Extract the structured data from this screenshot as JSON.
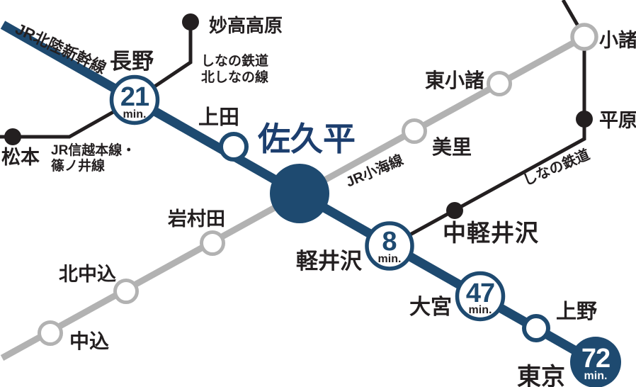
{
  "map": {
    "colors": {
      "navy": "#1e4a70",
      "navy_text": "#1c3e6e",
      "black": "#231f20",
      "gray": "#b2b2b2",
      "white": "#ffffff"
    },
    "lines": {
      "hokuriku": {
        "label": "JR北陸新幹線"
      },
      "koumi": {
        "label": "JR小海線"
      },
      "shinano": {
        "label": "しなの鉄道"
      },
      "kita_shinano": {
        "label_line1": "しなの鉄道",
        "label_line2": "北しなの線"
      },
      "shinetsu": {
        "label_line1": "JR信越本線・",
        "label_line2": "篠ノ井線"
      }
    },
    "stations": {
      "myoko_kogen": "妙高高原",
      "nagano": "長野",
      "matsumoto": "松本",
      "ueda": "上田",
      "sakudaira": "佐久平",
      "iwamurada": "岩村田",
      "kita_nakagomi": "北中込",
      "nakagomi": "中込",
      "misato": "美里",
      "higashi_komoro": "東小諸",
      "komoro": "小諸",
      "hirahara": "平原",
      "naka_karuizawa": "中軽井沢",
      "karuizawa": "軽井沢",
      "omiya": "大宮",
      "ueno": "上野",
      "tokyo": "東京"
    },
    "badges": {
      "nagano": {
        "minutes": "21",
        "unit": "min."
      },
      "karuizawa": {
        "minutes": "8",
        "unit": "min."
      },
      "omiya": {
        "minutes": "47",
        "unit": "min."
      },
      "tokyo": {
        "minutes": "72",
        "unit": "min."
      }
    }
  }
}
